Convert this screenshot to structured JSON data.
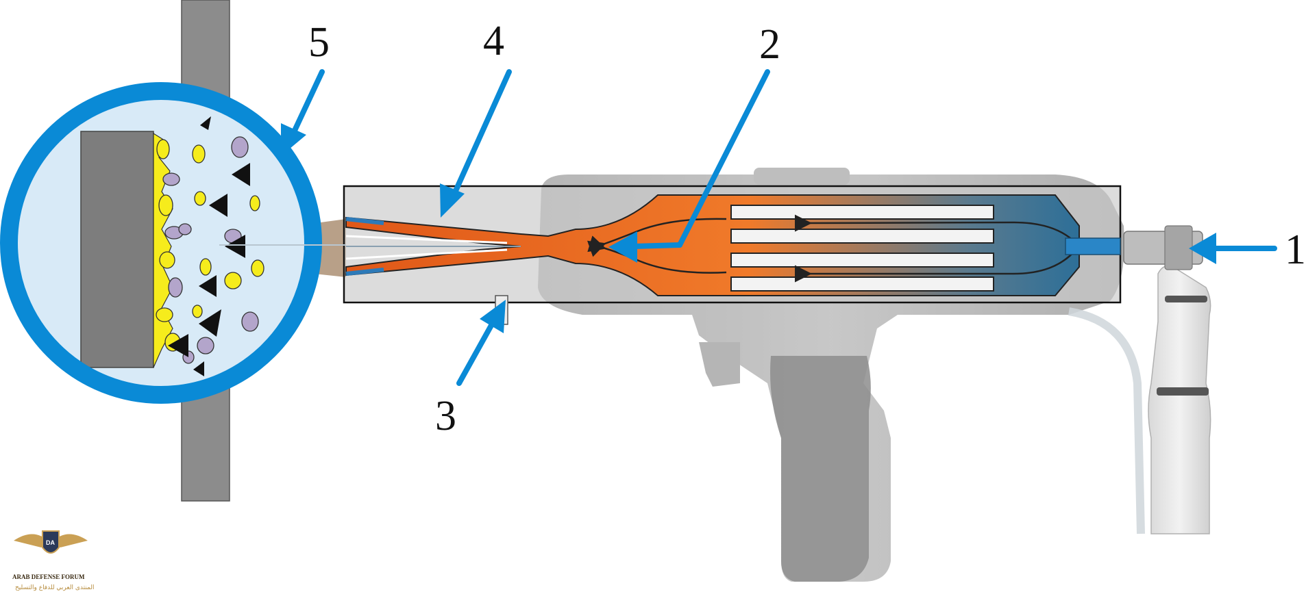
{
  "diagram": {
    "callouts": [
      {
        "id": "1",
        "label": "1"
      },
      {
        "id": "2",
        "label": "2"
      },
      {
        "id": "3",
        "label": "3"
      },
      {
        "id": "4",
        "label": "4"
      },
      {
        "id": "5",
        "label": "5"
      }
    ],
    "colors": {
      "arrow_blue": "#0a8ad6",
      "flame_orange": "#e8661c",
      "chamber_blue": "#2d6f98",
      "housing_gray": "#c9c9c9",
      "wall_gray": "#8c8c8c",
      "particle_yellow": "#f6ec1c",
      "particle_purple": "#b3a5cb",
      "lens_fill": "#d8eaf7"
    }
  },
  "watermark": {
    "monogram": "DA",
    "title": "ARAB DEFENSE FORUM",
    "subtitle": "المنتدى العربي للدفاع والتسليح"
  }
}
